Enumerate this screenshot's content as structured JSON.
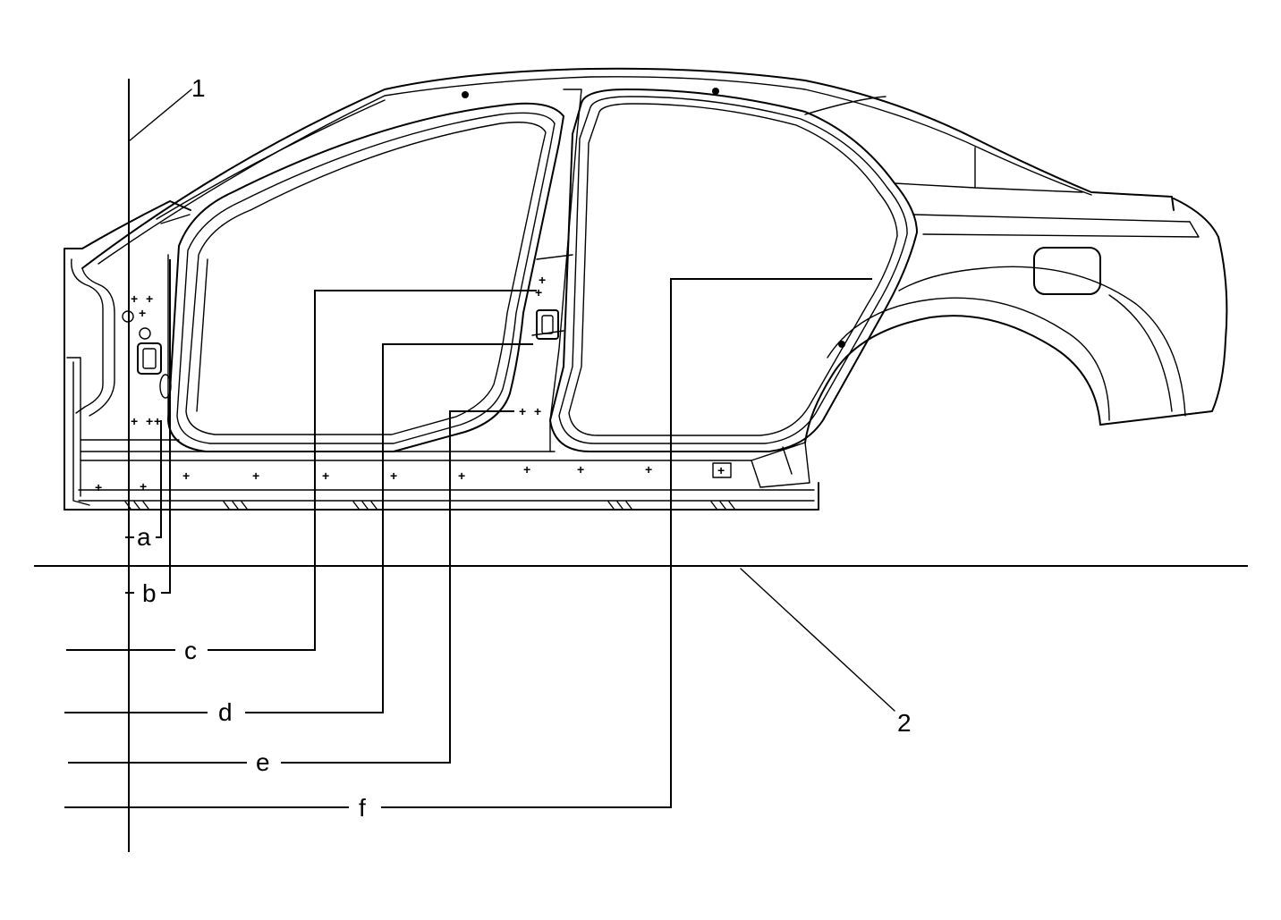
{
  "callouts": {
    "c1": "1",
    "c2": "2"
  },
  "dimensions": {
    "a": "a",
    "b": "b",
    "c": "c",
    "d": "d",
    "e": "e",
    "f": "f"
  },
  "weld_mark": "+"
}
